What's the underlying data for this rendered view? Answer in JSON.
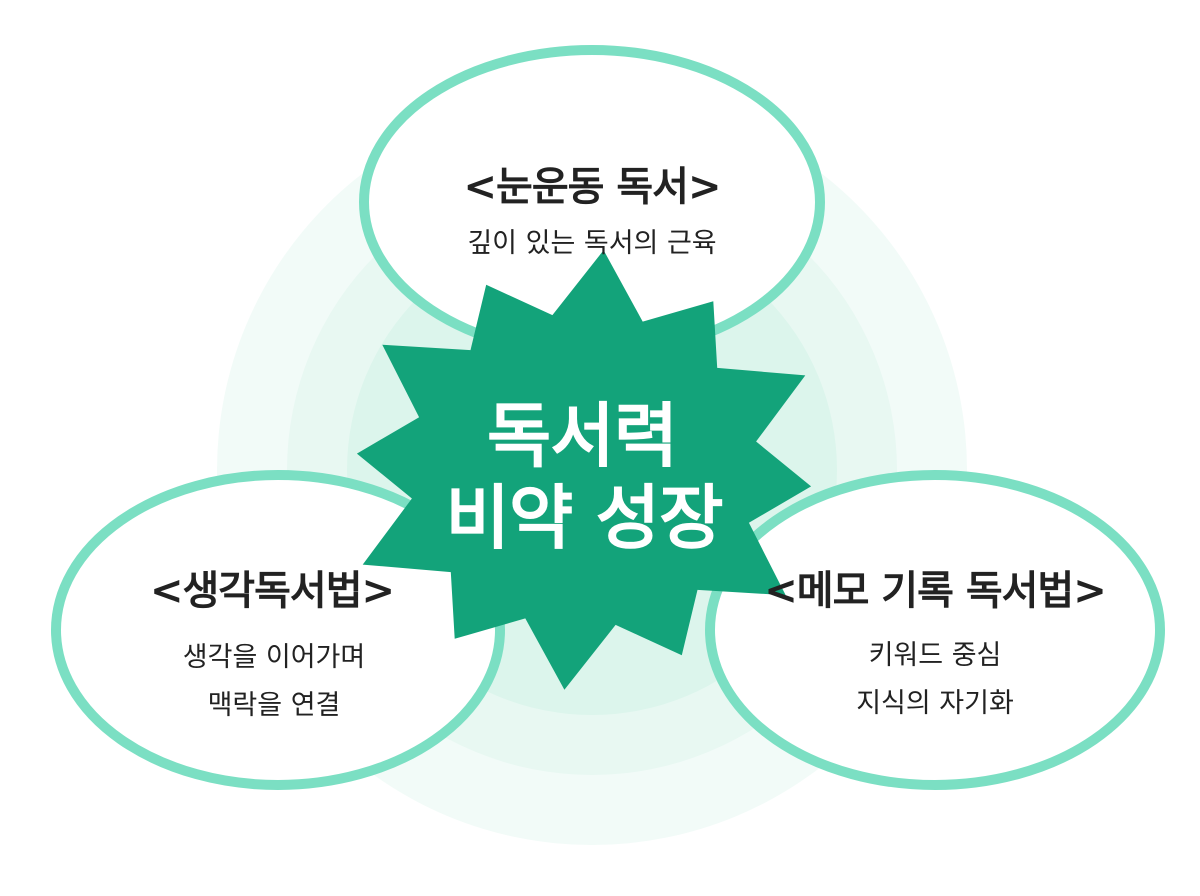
{
  "colors": {
    "ring_outer": "#f2fbf8",
    "ring_mid": "#e8f8f2",
    "ring_inner": "#dcf5ec",
    "circle_stroke": "#7bdfc3",
    "circle_fill": "#ffffff",
    "star_fill": "#13a37a",
    "title_text": "#222222",
    "center_text": "#ffffff"
  },
  "center": {
    "line1": "독서력",
    "line2": "비약 성장"
  },
  "top_node": {
    "title": "<눈운동 독서>",
    "desc": "깊이 있는 독서의 근육"
  },
  "left_node": {
    "title": "<생각독서법>",
    "desc_line1": "생각을 이어가며",
    "desc_line2": "맥락을 연결"
  },
  "right_node": {
    "title": "<메모 기록 독서법>",
    "desc_line1": "키워드 중심",
    "desc_line2": "지식의 자기화"
  }
}
